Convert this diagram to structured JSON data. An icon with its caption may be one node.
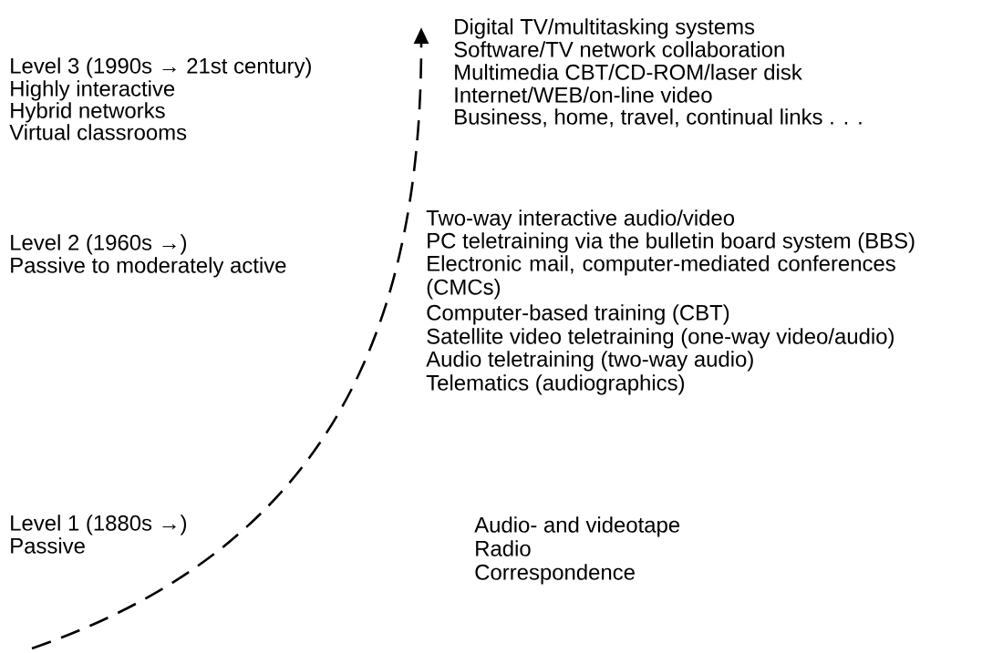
{
  "diagram": {
    "labels": [
      "Level 3 (1990s → 21st century)",
      "Highly interactive",
      "Hybrid networks",
      "Virtual classrooms",
      "Digital TV/multitasking systems",
      "Software/TV network collaboration",
      "Multimedia CBT/CD-ROM/laser disk",
      "Internet/WEB/on-line video",
      "Business, home, travel, continual links . . .",
      "Level 2 (1960s →)",
      "Passive to moderately active",
      "Two-way interactive audio/video",
      "PC teletraining via the bulletin board system (BBS)",
      "Electronic mail, computer-mediated conferences (CMCs)",
      "Computer-based training (CBT)",
      "Satellite video teletraining (one-way video/audio)",
      "Audio teletraining (two-way audio)",
      "Telematics (audiographics)",
      "Level 1 (1880s →)",
      "Passive",
      "Audio- and videotape",
      "Radio",
      "Correspondence"
    ]
  }
}
